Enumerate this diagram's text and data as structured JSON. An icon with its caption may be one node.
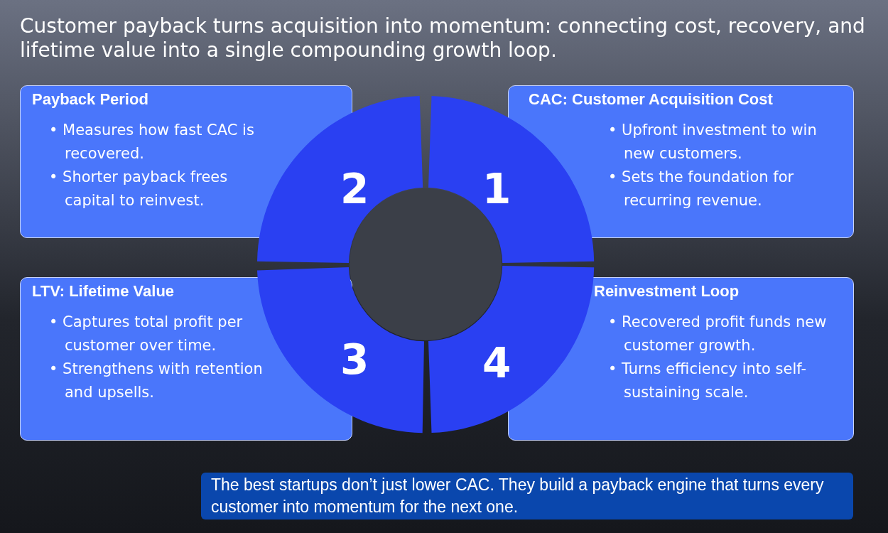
{
  "diagram": {
    "title": "Customer payback turns acquisition into momentum: connecting cost, recovery, and lifetime value into a single compounding growth loop.",
    "nodes": [
      {
        "text": [
          "Payback Period",
          "• Measures how fast CAC is recovered.",
          "• Shorter payback frees capital to reinvest."
        ]
      },
      {
        "text": [
          "CAC: Customer Acquisition Cost",
          "• Upfront investment to win new customers.",
          "• Sets the foundation for recurring revenue."
        ]
      },
      {
        "text": [
          "LTV: Lifetime Value",
          "• Captures total profit per customer over time.",
          "• Strengthens with retention and upsells."
        ]
      },
      {
        "text": [
          "Reinvestment Loop",
          "• Recovered profit funds new customer growth.",
          "• Turns efficiency into self-sustaining scale."
        ]
      },
      {
        "text": [
          "2"
        ]
      },
      {
        "text": [
          "1"
        ]
      },
      {
        "text": [
          "3"
        ]
      },
      {
        "text": [
          "4"
        ]
      },
      {
        "text": [],
        "shape": "circle"
      }
    ],
    "caption": "The best startups don’t just lower CAC. They build a payback engine that turns every customer into momentum for the next one."
  }
}
